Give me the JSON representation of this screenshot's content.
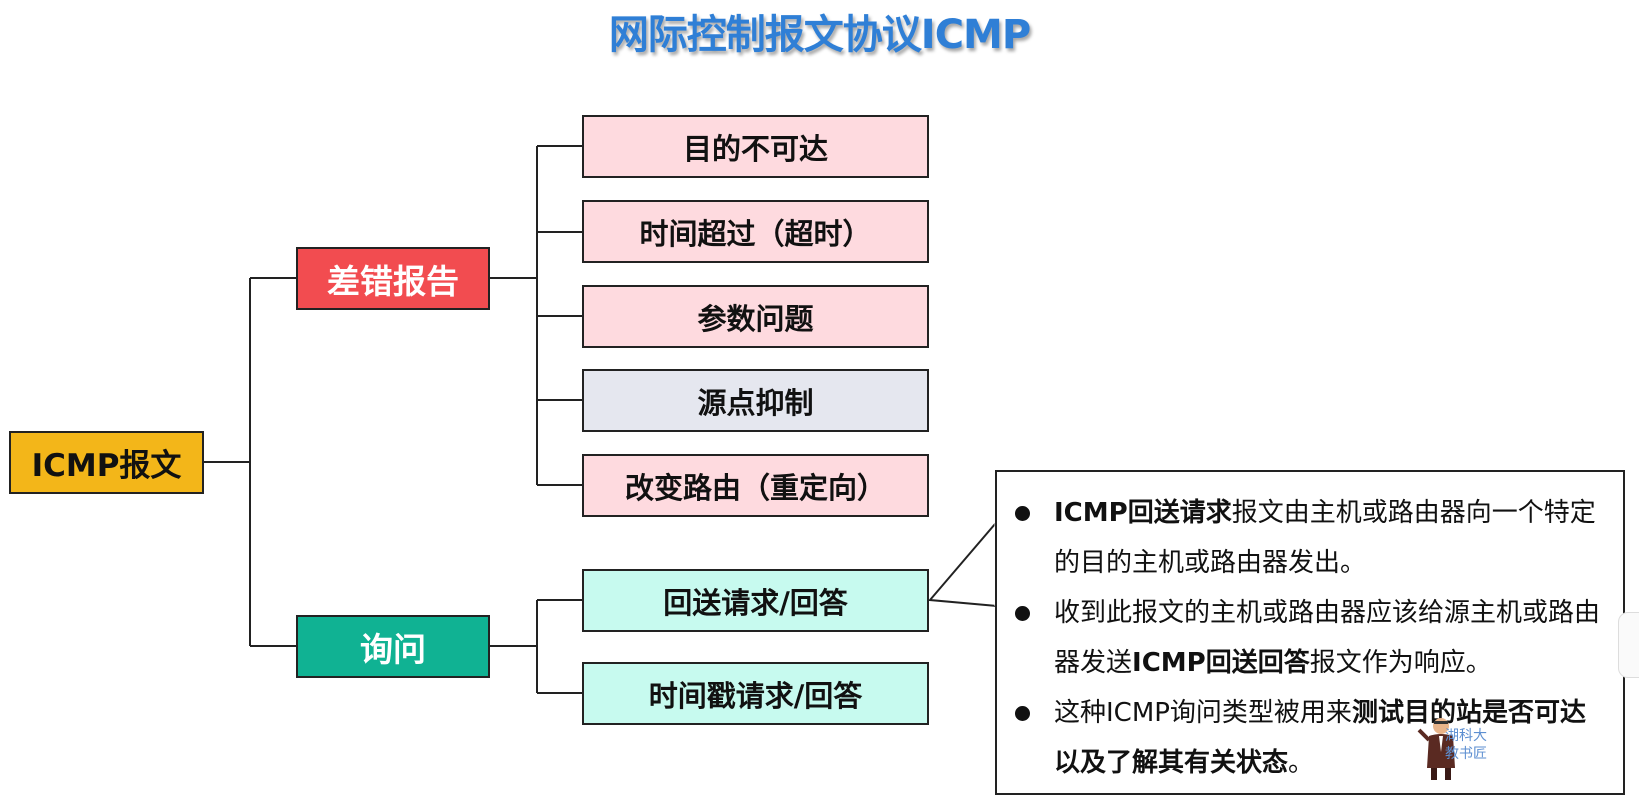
{
  "title": "网际控制报文协议ICMP",
  "root": {
    "label": "ICMP报文",
    "color": "#f3b619"
  },
  "categories": [
    {
      "label": "差错报告",
      "color": "#f24c50",
      "children": [
        {
          "label": "目的不可达"
        },
        {
          "label": "时间超过（超时）"
        },
        {
          "label": "参数问题"
        },
        {
          "label": "源点抑制"
        },
        {
          "label": "改变路由（重定向）"
        }
      ]
    },
    {
      "label": "询问",
      "color": "#10b293",
      "children": [
        {
          "label": "回送请求/回答"
        },
        {
          "label": "时间戳请求/回答"
        }
      ]
    }
  ],
  "callout": {
    "bullets": [
      {
        "segments": [
          {
            "text": "ICMP",
            "bold": true
          },
          {
            "text": "回送请求",
            "bold": true
          },
          {
            "text": "报文由主机或路由器向一个特定的目的主机或路由器发出。",
            "bold": false
          }
        ]
      },
      {
        "segments": [
          {
            "text": "收到此报文的主机或路由器应该给源主机或路由器发送",
            "bold": false
          },
          {
            "text": "ICMP",
            "bold": true
          },
          {
            "text": "回送回答",
            "bold": true
          },
          {
            "text": "报文作为响应。",
            "bold": false
          }
        ]
      },
      {
        "segments": [
          {
            "text": "这种ICMP询问类型被用来",
            "bold": false
          },
          {
            "text": "测试目的站是否可达以及了解其有关状态",
            "bold": true
          },
          {
            "text": "。",
            "bold": false
          }
        ]
      }
    ]
  },
  "watermark": {
    "line1": "湖科大",
    "line2": "教书匠",
    "icon": "teacher-cartoon-icon"
  }
}
